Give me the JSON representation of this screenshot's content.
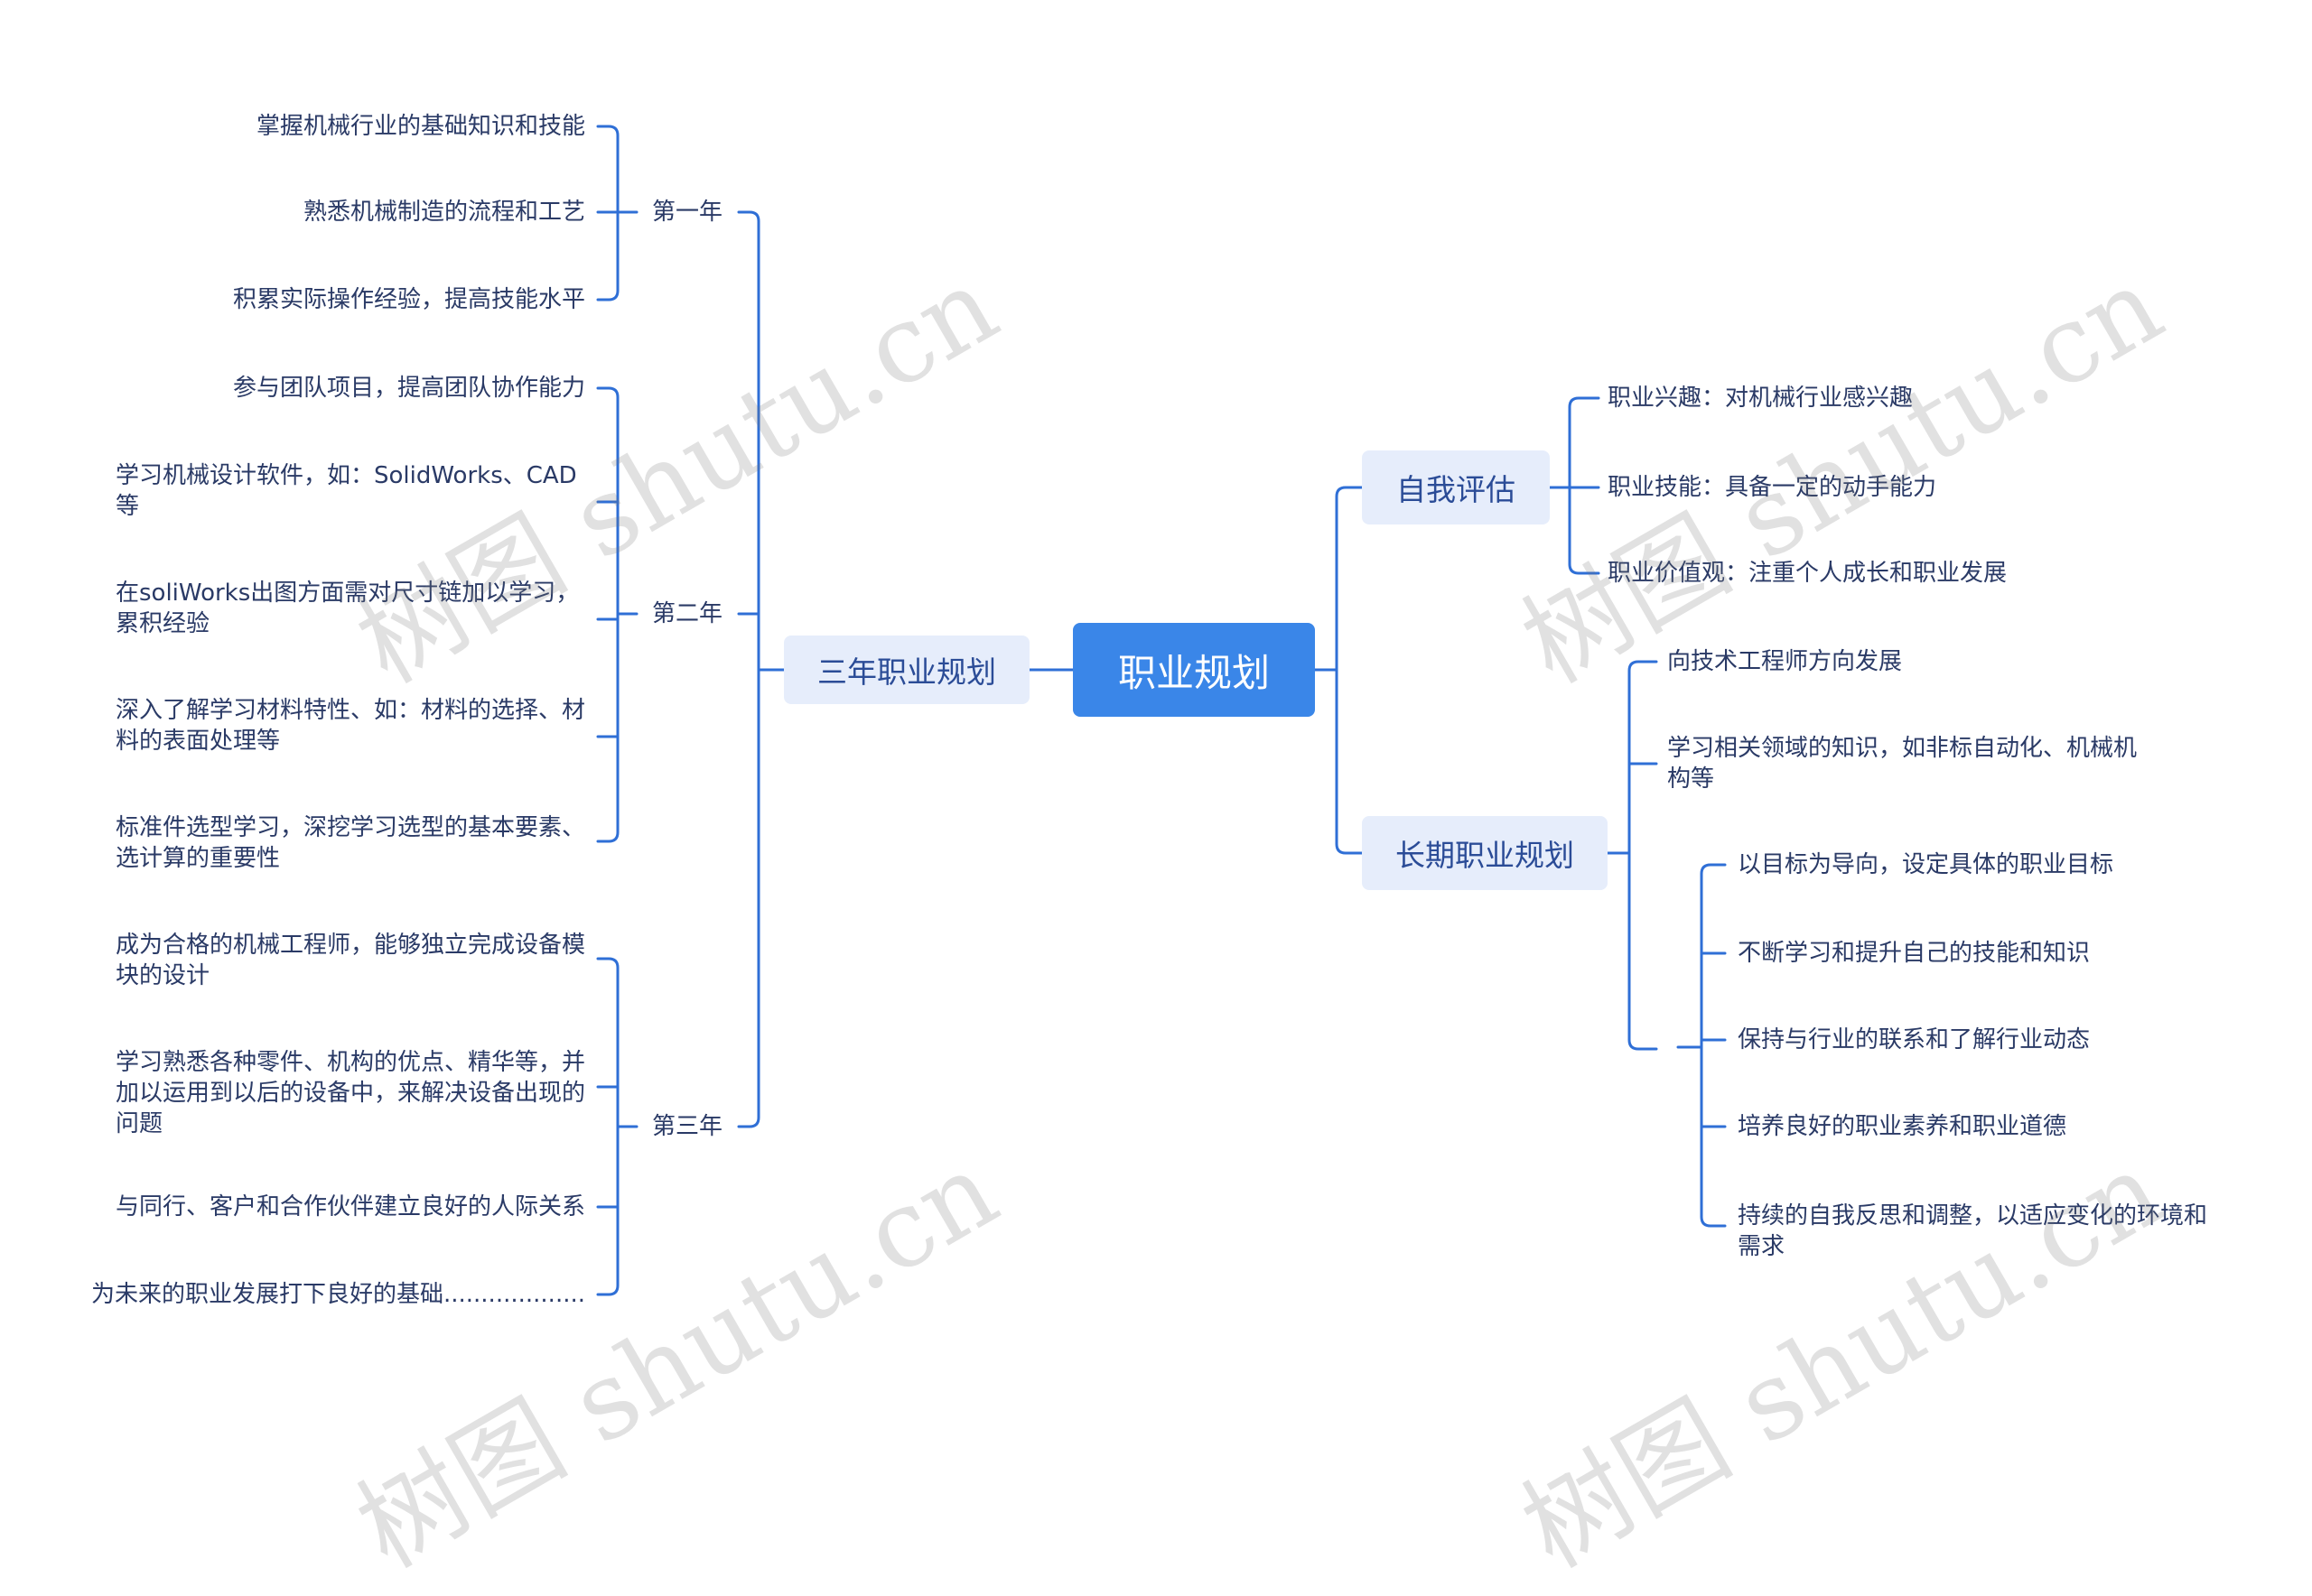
{
  "root": {
    "label": "职业规划"
  },
  "left": {
    "label": "三年职业规划",
    "years": [
      {
        "label": "第一年",
        "items": [
          "掌握机械行业的基础知识和技能",
          "熟悉机械制造的流程和工艺",
          "积累实际操作经验，提高技能水平"
        ]
      },
      {
        "label": "第二年",
        "items": [
          "参与团队项目，提高团队协作能力",
          "学习机械设计软件，如：SolidWorks、CAD等",
          "在soliWorks出图方面需对尺寸链加以学习，累积经验",
          "深入了解学习材料特性、如：材料的选择、材料的表面处理等",
          "标准件选型学习，深挖学习选型的基本要素、选计算的重要性"
        ]
      },
      {
        "label": "第三年",
        "items": [
          "成为合格的机械工程师，能够独立完成设备模块的设计",
          "学习熟悉各种零件、机构的优点、精华等，并加以运用到以后的设备中，来解决设备出现的问题",
          "与同行、客户和合作伙伴建立良好的人际关系",
          "为未来的职业发展打下良好的基础..................."
        ]
      }
    ]
  },
  "self_eval": {
    "label": "自我评估",
    "items": [
      "职业兴趣：对机械行业感兴趣",
      "职业技能：具备一定的动手能力",
      "职业价值观：注重个人成长和职业发展"
    ]
  },
  "long_term": {
    "label": "长期职业规划",
    "items": [
      "向技术工程师方向发展",
      "学习相关领域的知识，如非标自动化、机械机构等"
    ],
    "sub_items": [
      "以目标为导向，设定具体的职业目标",
      "不断学习和提升自己的技能和知识",
      "保持与行业的联系和了解行业动态",
      "培养良好的职业素养和职业道德",
      "持续的自我反思和调整，以适应变化的环境和需求"
    ]
  },
  "watermark": "树图 shutu.cn",
  "colors": {
    "line": "#2f6fd6",
    "root_bg": "#3a86e8",
    "branch_bg": "#e6edfb",
    "branch_text": "#2b4c97"
  }
}
